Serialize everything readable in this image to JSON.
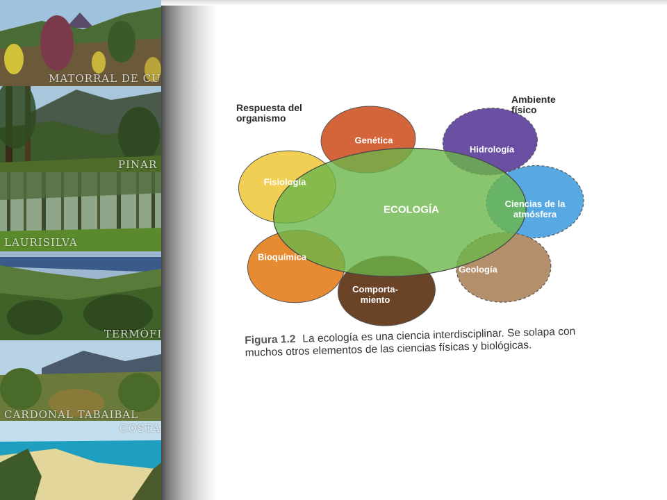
{
  "strip": {
    "labels": [
      "MATORRAL DE CUMBRE",
      "PINAR",
      "LAURISILVA",
      "TERMÓFILO",
      "CARDONAL TABAIBAL",
      "COSTA"
    ]
  },
  "figure": {
    "left_label": "Respuesta del\norganismo",
    "right_label": "Ambiente\nfísico",
    "center": "ECOLOGÍA",
    "circles": [
      "Genética",
      "Hidrología",
      "Fisiología",
      "Ciencias de la\natmósfera",
      "Bioquímica",
      "Geología",
      "Comporta-\nmiento"
    ],
    "colors": {
      "center": "#6cb54a",
      "genetica": "#d4643a",
      "hidrologia": "#6a4fa2",
      "fisiologia": "#f1cf55",
      "atmosfera": "#58a8e2",
      "bioquimica": "#e68b32",
      "geologia": "#b38f6c",
      "comportamiento": "#6b4327"
    }
  },
  "caption": {
    "figure_number": "Figura 1.2",
    "text": "La ecología es una ciencia interdisciplinar. Se solapa con muchos otros elementos de las ciencias físicas y biológicas."
  }
}
